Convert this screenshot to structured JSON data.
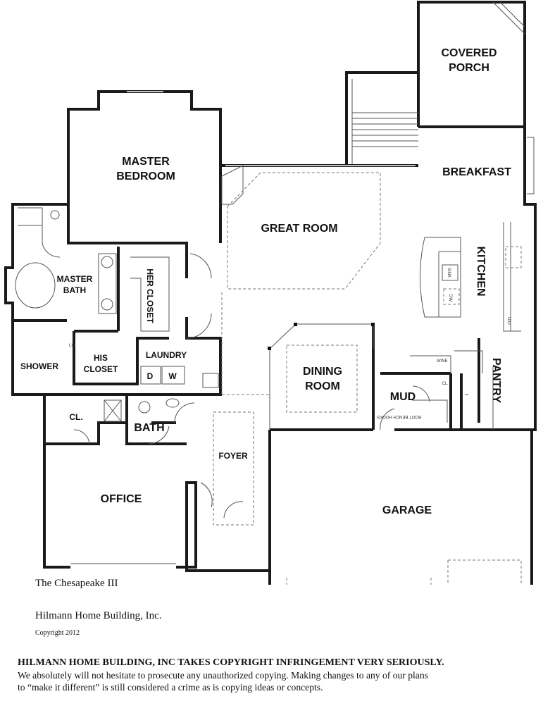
{
  "plan": {
    "rooms": {
      "covered_porch_1": "COVERED",
      "covered_porch_2": "PORCH",
      "master_bedroom_1": "MASTER",
      "master_bedroom_2": "BEDROOM",
      "great_room": "GREAT ROOM",
      "breakfast": "BREAKFAST",
      "kitchen": "KITCHEN",
      "pantry": "PANTRY",
      "master_bath_1": "MASTER",
      "master_bath_2": "BATH",
      "her_closet": "HER CLOSET",
      "lin": "LIN",
      "his_closet_1": "HIS",
      "his_closet_2": "CLOSET",
      "laundry": "LAUNDRY",
      "shower": "SHOWER",
      "office_closet": "CL.",
      "bath": "BATH",
      "office": "OFFICE",
      "foyer": "FOYER",
      "dining_1": "DINING",
      "dining_2": "ROOM",
      "mud": "MUD",
      "mud_closet": "CL.",
      "garage": "GARAGE"
    },
    "fixtures": {
      "washer": "W",
      "dryer": "D",
      "sink": "SINK",
      "dishwasher": "DW",
      "oven": "D/O",
      "wine": "WINE",
      "bench": "BOOT BENCH HOOKS"
    }
  },
  "caption": {
    "plan_name": "The Chesapeake III",
    "builder": "Hilmann Home Building, Inc.",
    "copyright": "Copyright 2012"
  },
  "notice": {
    "headline": "HILMANN HOME BUILDING, INC TAKES COPYRIGHT INFRINGEMENT VERY SERIOUSLY.",
    "line1": "We absolutely will not hesitate to prosecute any unauthorized copying.  Making changes to any of our plans",
    "line2": "to “make it different” is still considered a crime as is copying ideas or concepts."
  }
}
